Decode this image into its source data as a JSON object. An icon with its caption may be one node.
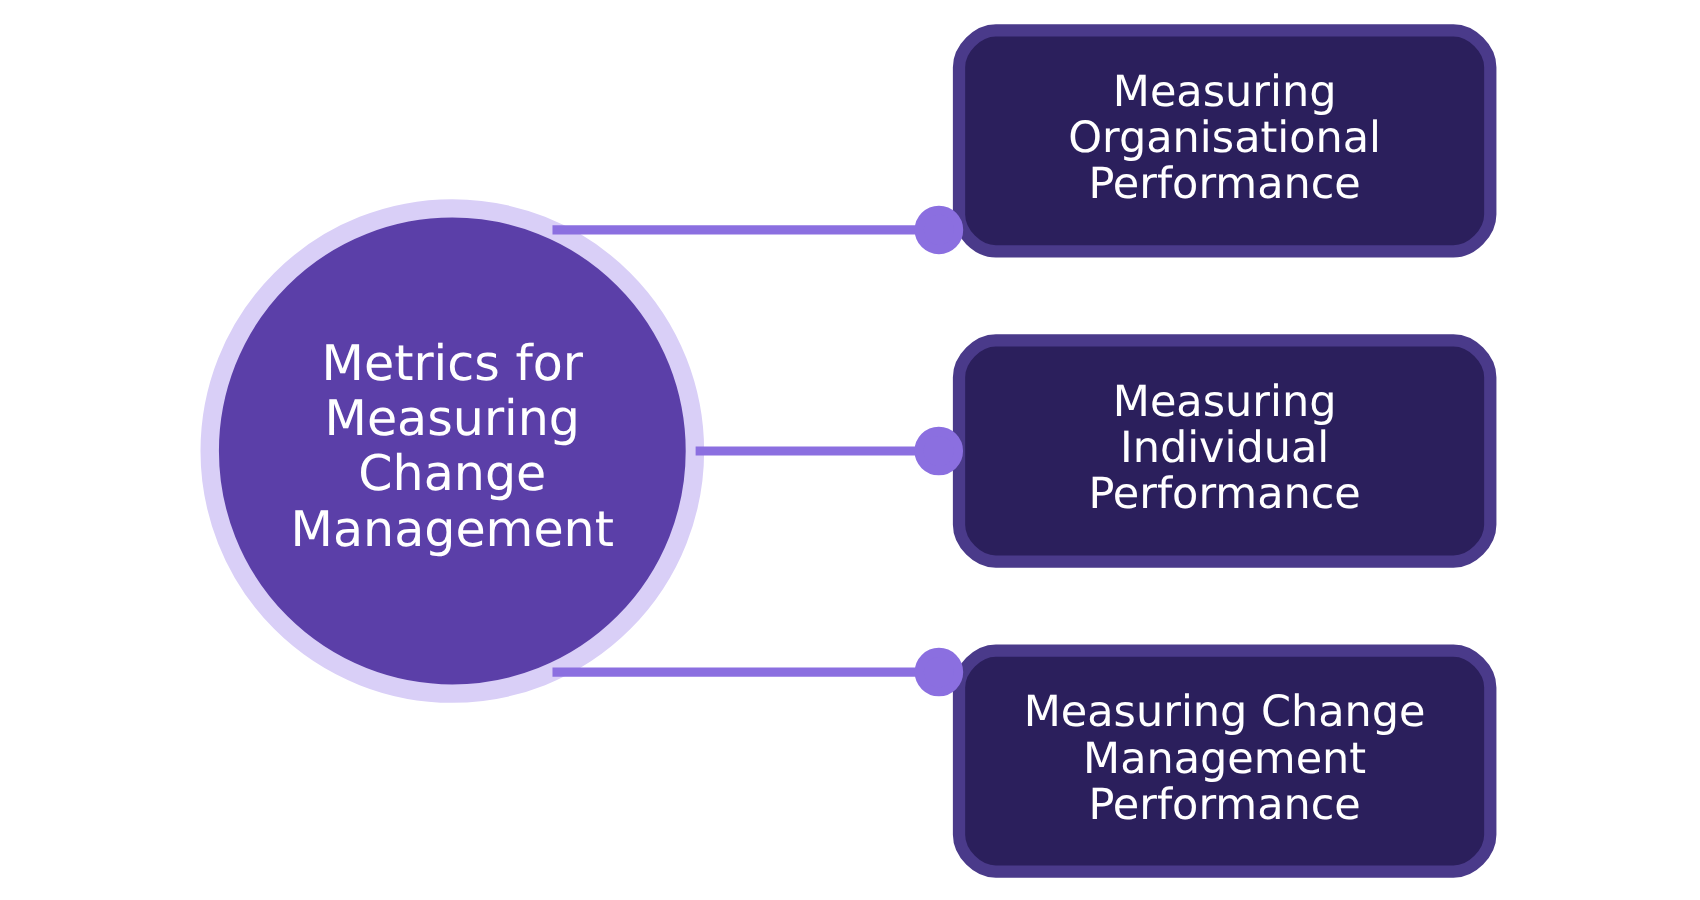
{
  "diagram": {
    "nodes": [
      {
        "text": [
          "Metrics for Measuring Change Management"
        ]
      },
      {
        "text": [
          "Measuring Organisational Performance"
        ]
      },
      {
        "text": [
          "Measuring Individual Performance"
        ]
      },
      {
        "text": [
          "Measuring Change Management Performance"
        ]
      }
    ],
    "edges": [
      {
        "from": 0,
        "to": 1,
        "arrow": "other"
      },
      {
        "from": 0,
        "to": 2,
        "arrow": "other"
      },
      {
        "from": 0,
        "to": 3,
        "arrow": "other"
      }
    ]
  }
}
